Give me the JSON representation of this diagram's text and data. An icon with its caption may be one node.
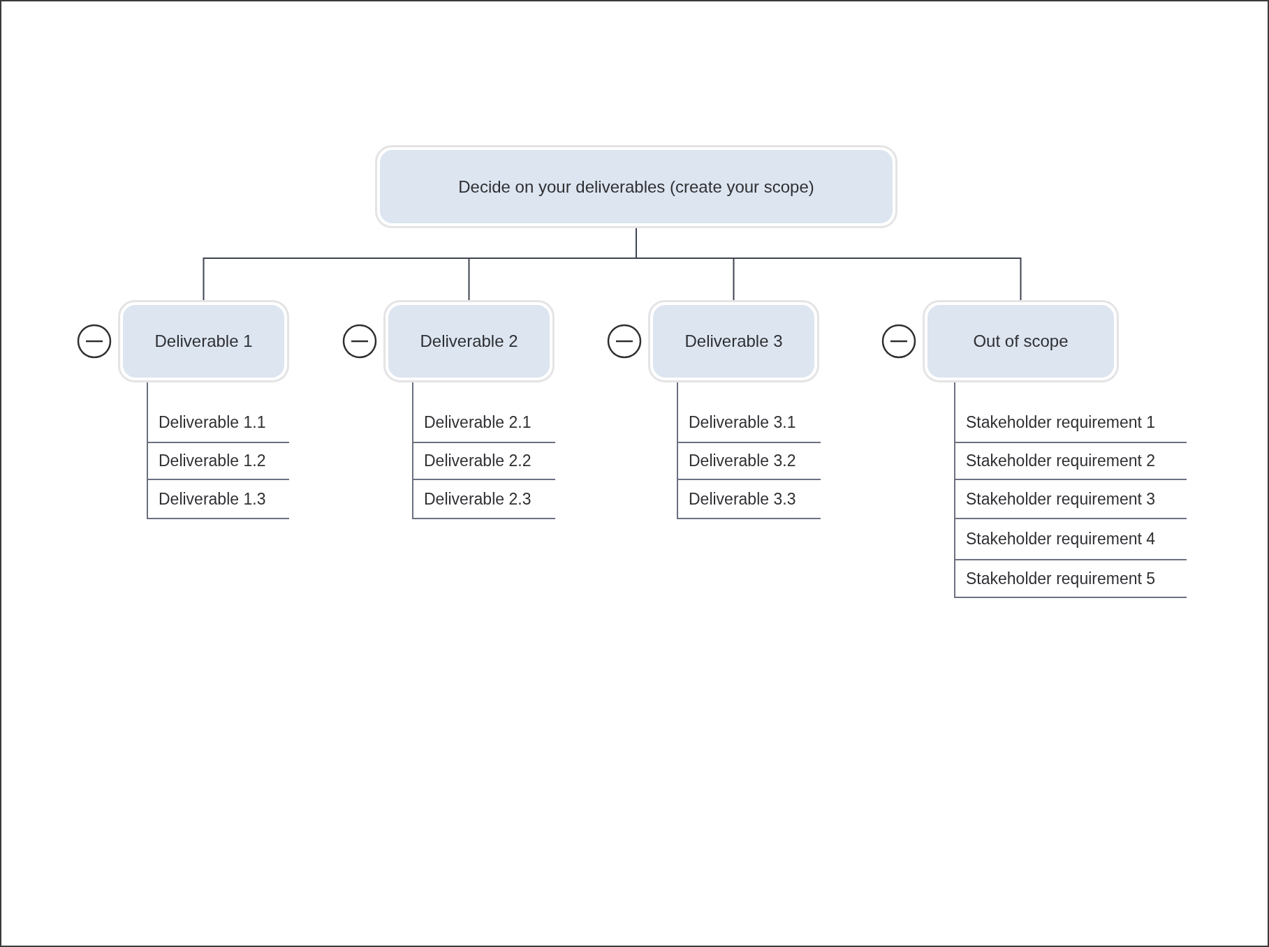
{
  "diagram": {
    "nodes": [
      {
        "text": [
          "Decide on your deliverables (create your scope)"
        ]
      },
      {
        "text": [
          "Deliverable 1"
        ]
      },
      {
        "text": [
          "Deliverable 2"
        ]
      },
      {
        "text": [
          "Deliverable 3"
        ]
      },
      {
        "text": [
          "Out of scope"
        ]
      },
      {
        "text": [
          "Deliverable 1.1"
        ]
      },
      {
        "text": [
          "Deliverable 1.2"
        ]
      },
      {
        "text": [
          "Deliverable 1.3"
        ]
      },
      {
        "text": [
          "Deliverable 2.1"
        ]
      },
      {
        "text": [
          "Deliverable 2.2"
        ]
      },
      {
        "text": [
          "Deliverable 2.3"
        ]
      },
      {
        "text": [
          "Deliverable 3.1"
        ]
      },
      {
        "text": [
          "Deliverable 3.2"
        ]
      },
      {
        "text": [
          "Deliverable 3.3"
        ]
      },
      {
        "text": [
          "Stakeholder requirement 1"
        ]
      },
      {
        "text": [
          "Stakeholder requirement 2"
        ]
      },
      {
        "text": [
          "Stakeholder requirement 3"
        ]
      },
      {
        "text": [
          "Stakeholder requirement 4"
        ]
      },
      {
        "text": [
          "Stakeholder requirement 5"
        ]
      }
    ],
    "edges": [
      {
        "from": 0,
        "to": 1,
        "arrow": "none"
      },
      {
        "from": 0,
        "to": 2,
        "arrow": "none"
      },
      {
        "from": 0,
        "to": 3,
        "arrow": "none"
      },
      {
        "from": 0,
        "to": 4,
        "arrow": "none"
      },
      {
        "from": 1,
        "to": 5,
        "arrow": "none"
      },
      {
        "from": 1,
        "to": 6,
        "arrow": "none"
      },
      {
        "from": 1,
        "to": 7,
        "arrow": "none"
      },
      {
        "from": 2,
        "to": 8,
        "arrow": "none"
      },
      {
        "from": 2,
        "to": 9,
        "arrow": "none"
      },
      {
        "from": 2,
        "to": 10,
        "arrow": "none"
      },
      {
        "from": 3,
        "to": 11,
        "arrow": "none"
      },
      {
        "from": 3,
        "to": 12,
        "arrow": "none"
      },
      {
        "from": 3,
        "to": 13,
        "arrow": "none"
      },
      {
        "from": 4,
        "to": 14,
        "arrow": "none"
      },
      {
        "from": 4,
        "to": 15,
        "arrow": "none"
      },
      {
        "from": 4,
        "to": 16,
        "arrow": "none"
      },
      {
        "from": 4,
        "to": 17,
        "arrow": "none"
      },
      {
        "from": 4,
        "to": 18,
        "arrow": "none"
      }
    ]
  }
}
